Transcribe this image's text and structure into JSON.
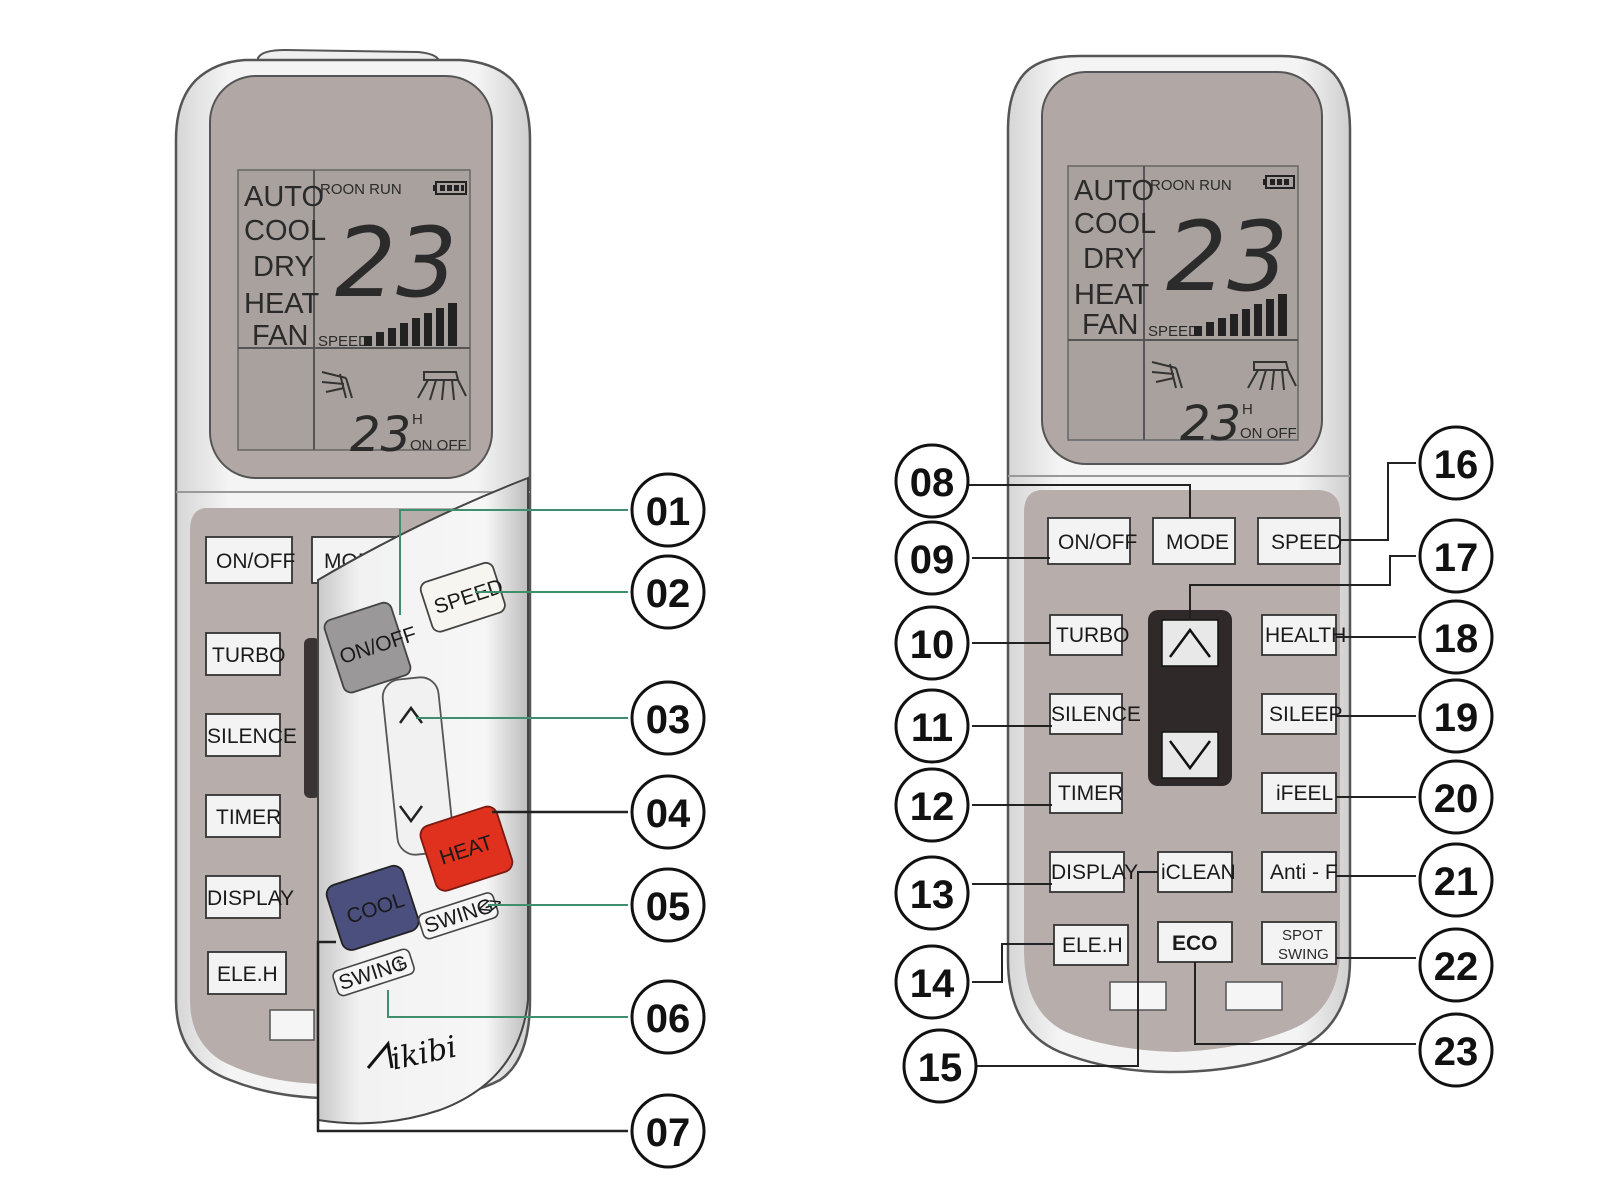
{
  "lcd": {
    "modes": [
      "AUTO",
      "COOL",
      "DRY",
      "HEAT",
      "FAN"
    ],
    "room_run": "ROON RUN",
    "temperature": "23",
    "speed_label": "SPEED",
    "timer_value": "23",
    "timer_h": "H",
    "timer_on_off": "ON OFF"
  },
  "remote_left": {
    "panel_buttons": {
      "onoff": "ON/OFF",
      "mode": "MODE",
      "turbo": "TURBO",
      "silence": "SILENCE",
      "timer": "TIMER",
      "display": "DISPLAY",
      "eleh": "ELE.H"
    },
    "cover_buttons": {
      "onoff": "ON/OFF",
      "speed": "SPEED",
      "heat": "HEAT",
      "cool": "COOL",
      "swing_h": "SWING",
      "swing_v": "SWING",
      "up": "^",
      "down": "v"
    },
    "brand": "Aikibi"
  },
  "remote_right": {
    "buttons": {
      "onoff": "ON/OFF",
      "mode": "MODE",
      "speed": "SPEED",
      "turbo": "TURBO",
      "health": "HEALTH",
      "silence": "SILENCE",
      "sileep": "SILEEP",
      "timer": "TIMER",
      "ifeel": "iFEEL",
      "display": "DISPLAY",
      "iclean": "iCLEAN",
      "antif": "Anti - F",
      "eleh": "ELE.H",
      "eco": "ECO",
      "spot": "SPOT",
      "swing": "SWING"
    }
  },
  "callouts": [
    "01",
    "02",
    "03",
    "04",
    "05",
    "06",
    "07",
    "08",
    "09",
    "10",
    "11",
    "12",
    "13",
    "14",
    "15",
    "16",
    "17",
    "18",
    "19",
    "20",
    "21",
    "22",
    "23"
  ],
  "colors": {
    "lcd": "#b1a8a6",
    "panel": "#b7aeab",
    "body": "#ececec",
    "heat": "#e0301e",
    "cool": "#4a4f7e",
    "onoff_cover": "#9a9898",
    "arrow_pad": "#2f2a29",
    "leader_green": "#3f8f6f"
  }
}
